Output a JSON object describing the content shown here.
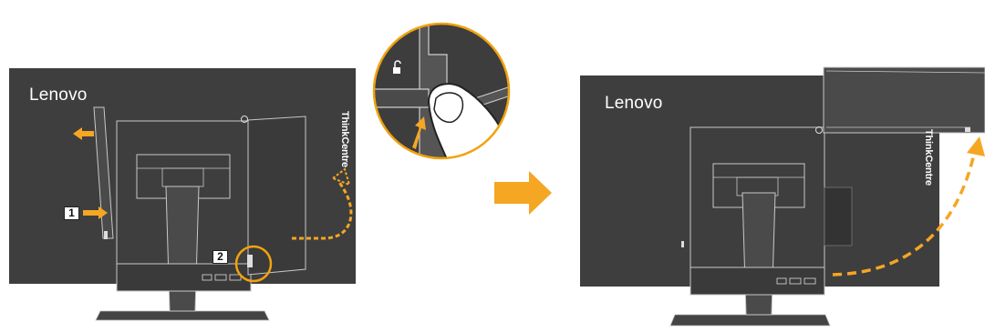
{
  "left_panel": {
    "brand": "Lenovo",
    "side_text": "ThinkCentre",
    "step1": "1",
    "step2": "2"
  },
  "right_panel": {
    "brand": "Lenovo",
    "side_text": "ThinkCentre"
  },
  "colors": {
    "monitor": "#3e3e3e",
    "monitor_dark": "#2c2c2c",
    "outline": "#bdbdbd",
    "arrow": "#f5a623",
    "callout": "#f0a20e",
    "stand": "#454545"
  },
  "icons": [
    "unlock-icon",
    "arrow-left-icon",
    "arrow-right-icon",
    "curved-arrow-icon",
    "hand-finger-icon"
  ]
}
